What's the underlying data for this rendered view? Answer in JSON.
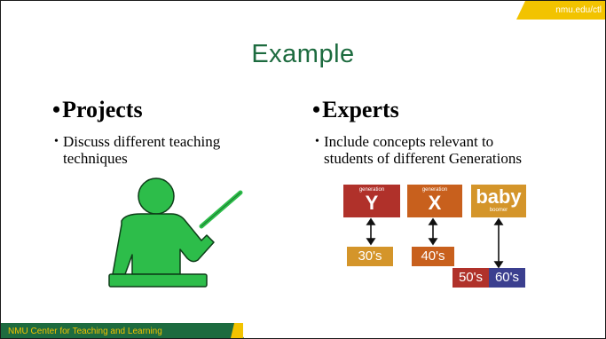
{
  "header": {
    "url": "nmu.edu/ctl"
  },
  "slide": {
    "title": "Example"
  },
  "left_column": {
    "bullet": "•",
    "heading": "Projects",
    "sub_bullet": "•",
    "text_line1": "Discuss different teaching",
    "text_line2": "techniques"
  },
  "right_column": {
    "bullet": "•",
    "heading": "Experts",
    "sub_bullet": "•",
    "text_line1": "Include concepts relevant to",
    "text_line2": "students of different Generations"
  },
  "generations": {
    "y_small": "generation",
    "y_big": "Y",
    "x_small": "generation",
    "x_big": "X",
    "baby_big": "baby",
    "baby_small": "boomer",
    "decade_30": "30's",
    "decade_40": "40's",
    "decade_50": "50's",
    "decade_60": "60's"
  },
  "colors": {
    "title_green": "#1d6b3f",
    "accent_yellow": "#f2c300",
    "icon_green": "#2dbd4a",
    "gen_red": "#b0312a",
    "gen_orange": "#c8601d",
    "gen_gold": "#d4952a",
    "gen_blue": "#3b3f8f"
  },
  "footer": {
    "text": "NMU Center for Teaching and Learning"
  }
}
